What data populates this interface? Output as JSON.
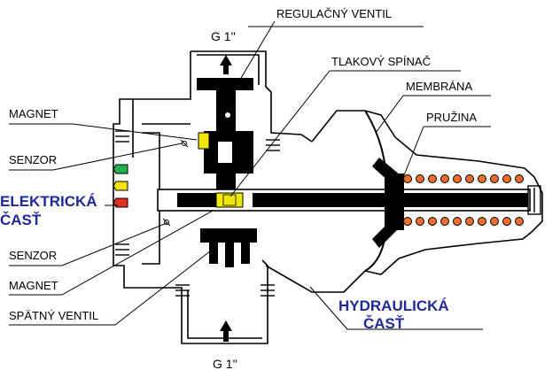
{
  "labels": {
    "regulacny_ventil": "REGULAČNÝ VENTIL",
    "g_top": "G 1''",
    "tlakovy_spinac": "TLAKOVÝ SPÍNAČ",
    "membrana": "MEMBRÁNA",
    "pruzina": "PRUŽINA",
    "magnet_top": "MAGNET",
    "senzor_top": "SENZOR",
    "elektricka_1": "ELEKTRICKÁ",
    "elektricka_2": "ČASŤ",
    "senzor_bottom": "SENZOR",
    "magnet_bottom": "MAGNET",
    "spatny_ventil": "SPÄTNÝ VENTIL",
    "hydraulicka_1": "HYDRAULICKÁ",
    "hydraulicka_2": "ČASŤ",
    "g_bottom": "G 1''"
  },
  "colors": {
    "accent_blue": "#1e2a9a",
    "led_green": "#22b14c",
    "led_yellow": "#f5e20a",
    "led_red": "#e0301e",
    "magnet_yellow": "#f2e60a",
    "spring_orange": "#e8702a"
  }
}
